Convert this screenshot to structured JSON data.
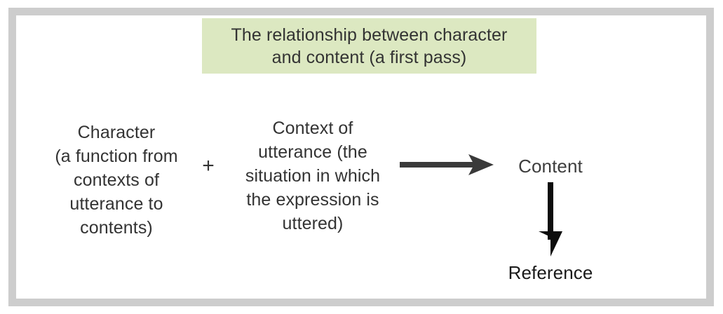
{
  "figure": {
    "title": "The relationship between character\nand content (a first pass)",
    "title_bg_color": "#dce8c1",
    "frame_border_color": "#cdcdcd",
    "background_color": "#ffffff",
    "text_color": "#333333"
  },
  "diagram": {
    "type": "flow",
    "nodes": [
      {
        "id": "character",
        "label": "Character\n(a function from\ncontexts of\nutterance to\ncontents)"
      },
      {
        "id": "plus",
        "label": "+"
      },
      {
        "id": "context",
        "label": "Context of\nutterance (the\nsituation in which\nthe expression is\nuttered)"
      },
      {
        "id": "content",
        "label": "Content"
      },
      {
        "id": "reference",
        "label": "Reference"
      }
    ],
    "edges": [
      {
        "id": "to-content",
        "from": "context",
        "to": "content",
        "direction": "right",
        "color": "#3a3a3a"
      },
      {
        "id": "to-reference",
        "from": "content",
        "to": "reference",
        "direction": "down",
        "color": "#0d0d0d"
      }
    ]
  }
}
